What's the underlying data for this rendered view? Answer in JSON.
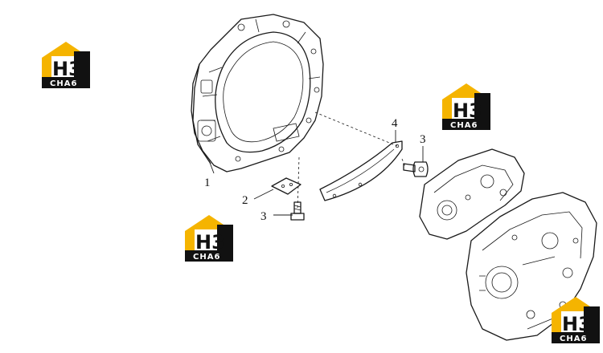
{
  "diagram": {
    "callouts": [
      {
        "id": "c1",
        "label": "1"
      },
      {
        "id": "c2",
        "label": "2"
      },
      {
        "id": "c3a",
        "label": "3"
      },
      {
        "id": "c3b",
        "label": "3"
      },
      {
        "id": "c4",
        "label": "4"
      }
    ],
    "watermark": {
      "top_text": "H3",
      "bottom_text": "CHA6",
      "accent_color": "#f5b400",
      "dark_color": "#111111"
    }
  }
}
